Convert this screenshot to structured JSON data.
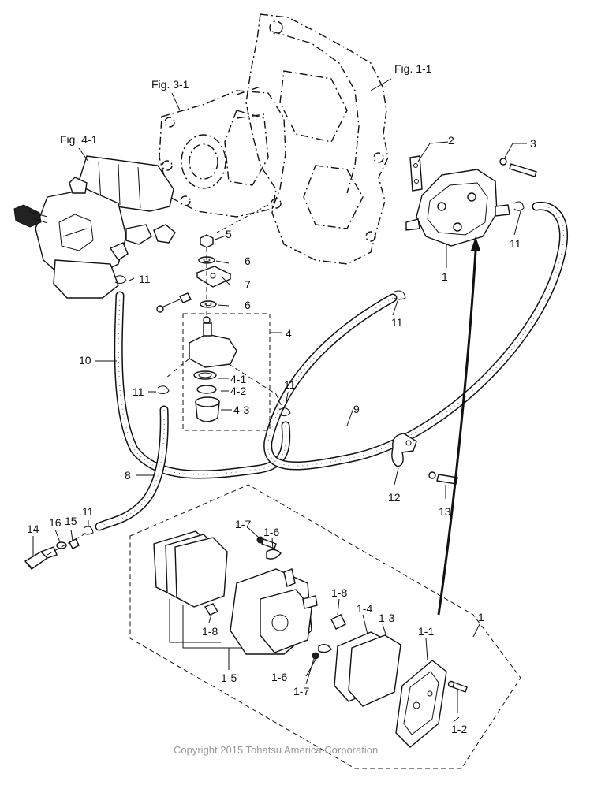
{
  "figure_refs": {
    "fig_1_1": "Fig. 1-1",
    "fig_3_1": "Fig. 3-1",
    "fig_4_1": "Fig. 4-1"
  },
  "callouts": {
    "c1_top": "1",
    "c2": "2",
    "c3": "3",
    "c4": "4",
    "c4_1": "4-1",
    "c4_2": "4-2",
    "c4_3": "4-3",
    "c5": "5",
    "c6_a": "6",
    "c6_b": "6",
    "c7": "7",
    "c8": "8",
    "c9": "9",
    "c10": "10",
    "c11_a": "11",
    "c11_b": "11",
    "c11_c": "11",
    "c11_d": "11",
    "c11_e": "11",
    "c11_f": "11",
    "c12": "12",
    "c13": "13",
    "c14": "14",
    "c15": "15",
    "c16": "16",
    "c1_bottom": "1",
    "c1_1": "1-1",
    "c1_2": "1-2",
    "c1_3": "1-3",
    "c1_4": "1-4",
    "c1_5": "1-5",
    "c1_6_a": "1-6",
    "c1_6_b": "1-6",
    "c1_7_a": "1-7",
    "c1_7_b": "1-7",
    "c1_8_a": "1-8",
    "c1_8_b": "1-8"
  },
  "copyright": "Copyright 2015 Tohatsu America Corporation"
}
